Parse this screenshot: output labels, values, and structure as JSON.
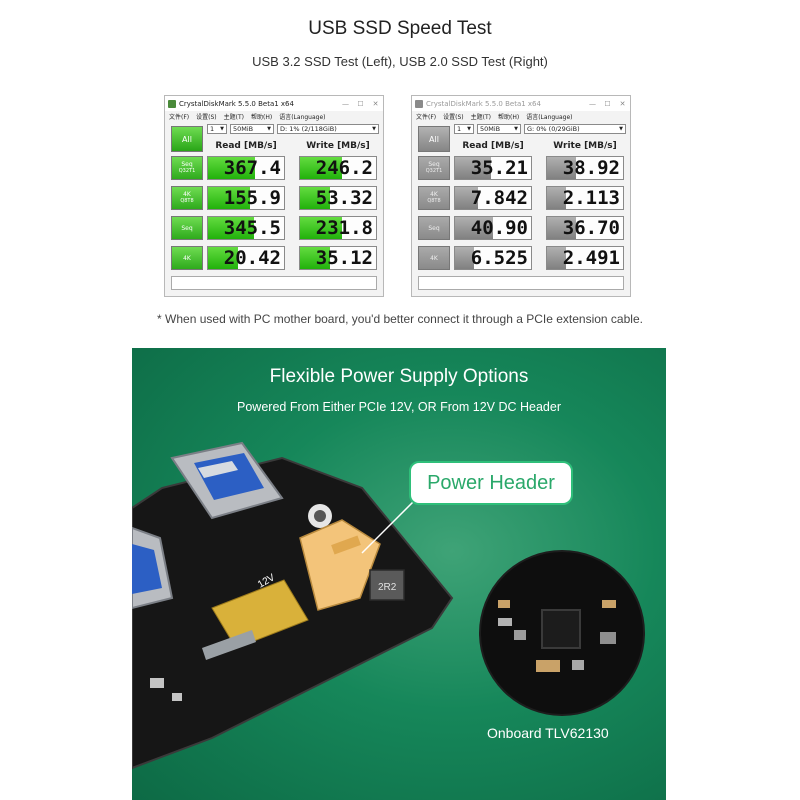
{
  "header": {
    "title": "USB SSD Speed Test",
    "subtitle": "USB 3.2 SSD Test (Left), USB 2.0 SSD Test (Right)"
  },
  "colors": {
    "pass_green": "#2eaa1c",
    "inactive_gray": "#8a8a8a",
    "banner_green": "#16875a",
    "callout_green": "#2aa86a"
  },
  "windows": {
    "common": {
      "title": "CrystalDiskMark 5.5.0 Beta1 x64",
      "menu": [
        "文件(F)",
        "设置(S)",
        "主题(T)",
        "帮助(H)",
        "语言(Language)"
      ],
      "count": "1",
      "size": "50MiB",
      "all_label": "All",
      "read_header": "Read [MB/s]",
      "write_header": "Write [MB/s]",
      "row_labels": [
        {
          "main": "Seq",
          "sub": "Q32T1"
        },
        {
          "main": "4K",
          "sub": "Q8T8"
        },
        {
          "main": "Seq",
          "sub": ""
        },
        {
          "main": "4K",
          "sub": ""
        }
      ],
      "minimize_icon": "minimize-icon",
      "maximize_icon": "maximize-icon",
      "close_icon": "close-icon"
    },
    "left": {
      "drive": "D: 1% (2/118GiB)",
      "read": [
        "367.4",
        "155.9",
        "345.5",
        "20.42"
      ],
      "write": [
        "246.2",
        "53.32",
        "231.8",
        "35.12"
      ],
      "read_fill": [
        0.62,
        0.55,
        0.6,
        0.4
      ],
      "write_fill": [
        0.55,
        0.4,
        0.55,
        0.4
      ]
    },
    "right": {
      "drive": "G: 0% (0/29GiB)",
      "read": [
        "35.21",
        "7.842",
        "40.90",
        "6.525"
      ],
      "write": [
        "38.92",
        "2.113",
        "36.70",
        "2.491"
      ],
      "read_fill": [
        0.48,
        0.3,
        0.5,
        0.25
      ],
      "write_fill": [
        0.38,
        0.25,
        0.38,
        0.25
      ]
    }
  },
  "footnote": "* When used with PC mother board, you'd better connect it through a PCIe extension cable.",
  "banner": {
    "title": "Flexible Power Supply Options",
    "subtitle": "Powered From Either PCIe 12V, OR From 12V DC Header",
    "callout": "Power Header",
    "onboard_label": "Onboard TLV62130",
    "board_silkscreen_12v": "12V",
    "inductor_marking": "2R2"
  }
}
